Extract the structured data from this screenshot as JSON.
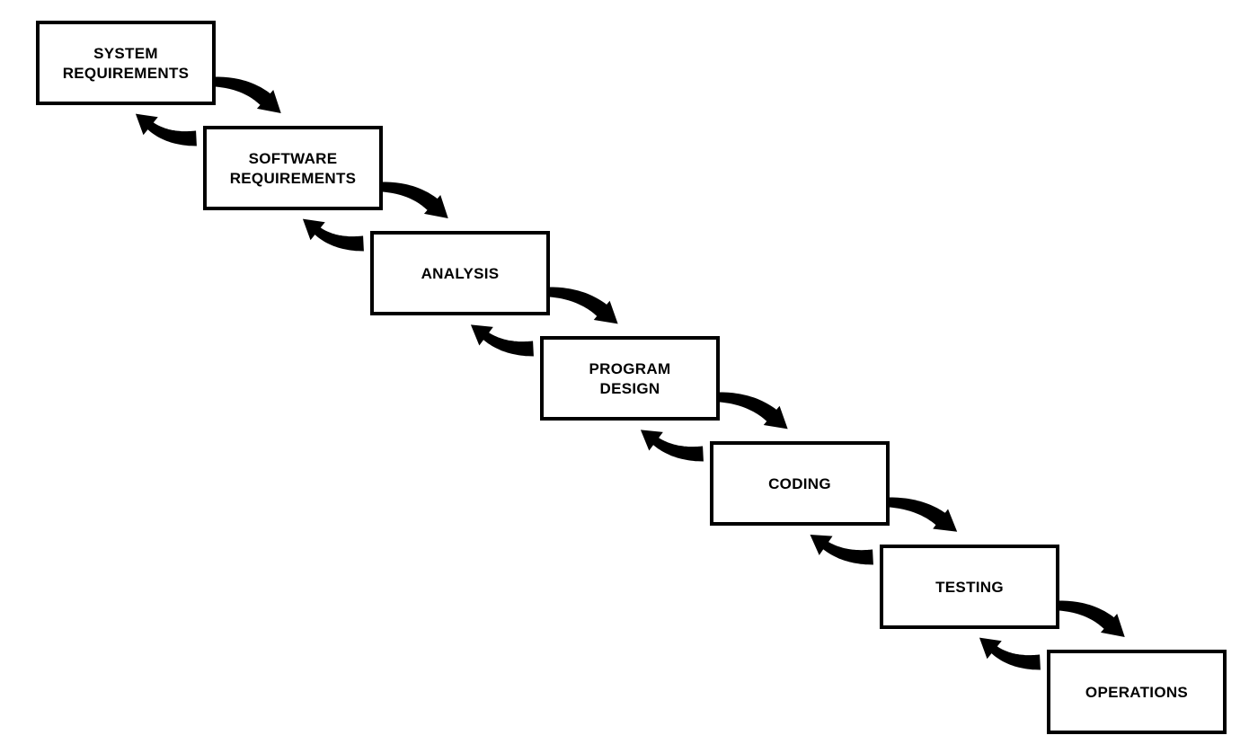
{
  "diagram": {
    "stages": [
      {
        "id": "system-requirements",
        "lines": [
          "SYSTEM",
          "REQUIREMENTS"
        ]
      },
      {
        "id": "software-requirements",
        "lines": [
          "SOFTWARE",
          "REQUIREMENTS"
        ]
      },
      {
        "id": "analysis",
        "lines": [
          "ANALYSIS"
        ]
      },
      {
        "id": "program-design",
        "lines": [
          "PROGRAM",
          "DESIGN"
        ]
      },
      {
        "id": "coding",
        "lines": [
          "CODING"
        ]
      },
      {
        "id": "testing",
        "lines": [
          "TESTING"
        ]
      },
      {
        "id": "operations",
        "lines": [
          "OPERATIONS"
        ]
      }
    ],
    "connections": [
      {
        "from": "system-requirements",
        "to": "software-requirements",
        "direction": "forward"
      },
      {
        "from": "software-requirements",
        "to": "system-requirements",
        "direction": "feedback"
      },
      {
        "from": "software-requirements",
        "to": "analysis",
        "direction": "forward"
      },
      {
        "from": "analysis",
        "to": "software-requirements",
        "direction": "feedback"
      },
      {
        "from": "analysis",
        "to": "program-design",
        "direction": "forward"
      },
      {
        "from": "program-design",
        "to": "analysis",
        "direction": "feedback"
      },
      {
        "from": "program-design",
        "to": "coding",
        "direction": "forward"
      },
      {
        "from": "coding",
        "to": "program-design",
        "direction": "feedback"
      },
      {
        "from": "coding",
        "to": "testing",
        "direction": "forward"
      },
      {
        "from": "testing",
        "to": "coding",
        "direction": "feedback"
      },
      {
        "from": "testing",
        "to": "operations",
        "direction": "forward"
      },
      {
        "from": "operations",
        "to": "testing",
        "direction": "feedback"
      }
    ],
    "colors": {
      "stroke": "#000000",
      "fill": "#ffffff",
      "text": "#000000"
    }
  }
}
